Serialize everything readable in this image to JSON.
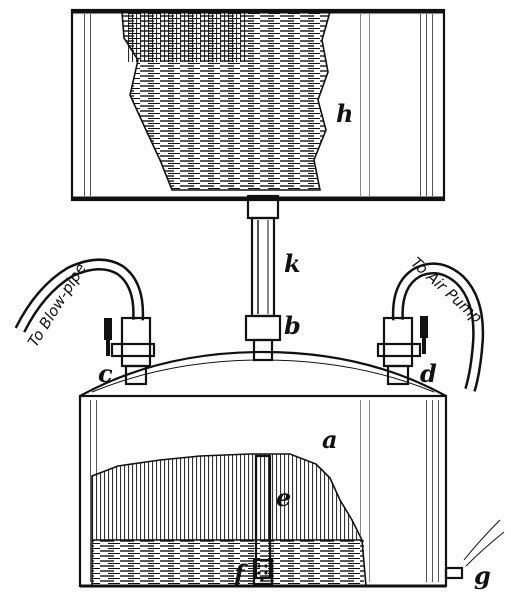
{
  "labels": {
    "h": "h",
    "k": "k",
    "b": "b",
    "a": "a",
    "e": "e",
    "c": "c",
    "d": "d",
    "f": "f",
    "g": "g"
  },
  "captions": {
    "left": "To Blow-pipe",
    "right": "To Air Pump"
  }
}
